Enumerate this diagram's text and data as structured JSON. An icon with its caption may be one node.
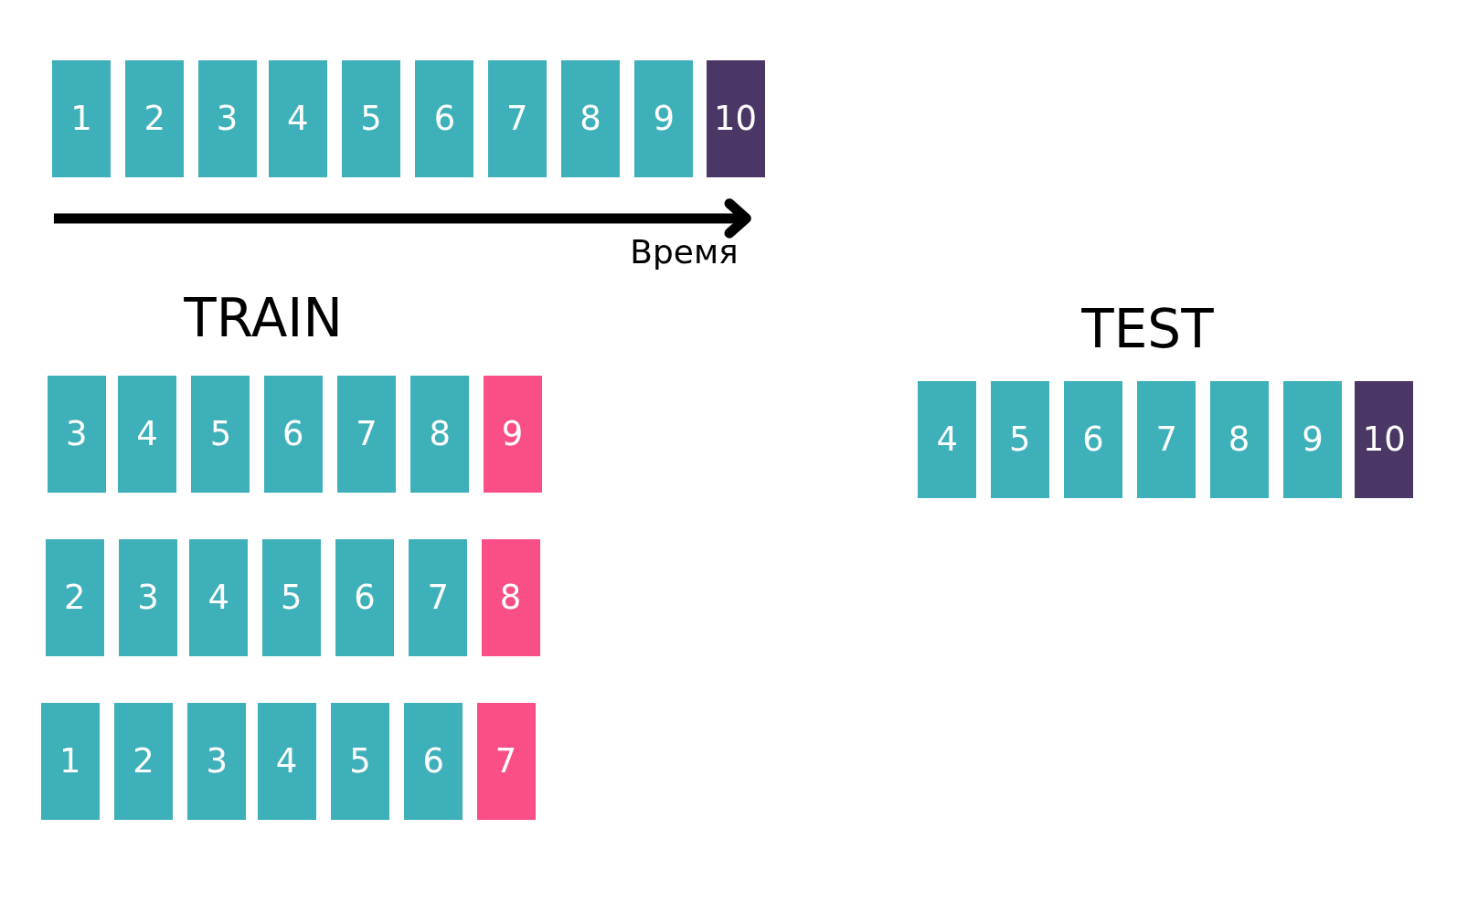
{
  "diagram": {
    "nodes": [
      {
        "text": [
          "1"
        ]
      },
      {
        "text": [
          "2"
        ]
      },
      {
        "text": [
          "3"
        ]
      },
      {
        "text": [
          "4"
        ]
      },
      {
        "text": [
          "5"
        ]
      },
      {
        "text": [
          "6"
        ]
      },
      {
        "text": [
          "7"
        ]
      },
      {
        "text": [
          "8"
        ]
      },
      {
        "text": [
          "9"
        ]
      },
      {
        "text": [
          "10"
        ]
      },
      {
        "text": [
          "3"
        ]
      },
      {
        "text": [
          "4"
        ]
      },
      {
        "text": [
          "5"
        ]
      },
      {
        "text": [
          "6"
        ]
      },
      {
        "text": [
          "7"
        ]
      },
      {
        "text": [
          "8"
        ]
      },
      {
        "text": [
          "9"
        ]
      },
      {
        "text": [
          "2"
        ]
      },
      {
        "text": [
          "3"
        ]
      },
      {
        "text": [
          "4"
        ]
      },
      {
        "text": [
          "5"
        ]
      },
      {
        "text": [
          "6"
        ]
      },
      {
        "text": [
          "7"
        ]
      },
      {
        "text": [
          "8"
        ]
      },
      {
        "text": [
          "1"
        ]
      },
      {
        "text": [
          "2"
        ]
      },
      {
        "text": [
          "3"
        ]
      },
      {
        "text": [
          "4"
        ]
      },
      {
        "text": [
          "5"
        ]
      },
      {
        "text": [
          "6"
        ]
      },
      {
        "text": [
          "7"
        ]
      },
      {
        "text": [
          "4"
        ]
      },
      {
        "text": [
          "5"
        ]
      },
      {
        "text": [
          "6"
        ]
      },
      {
        "text": [
          "7"
        ]
      },
      {
        "text": [
          "8"
        ]
      },
      {
        "text": [
          "9"
        ]
      },
      {
        "text": [
          "10"
        ]
      }
    ],
    "edges": [],
    "labels": [
      "Время",
      "TRAIN",
      "TEST"
    ]
  }
}
